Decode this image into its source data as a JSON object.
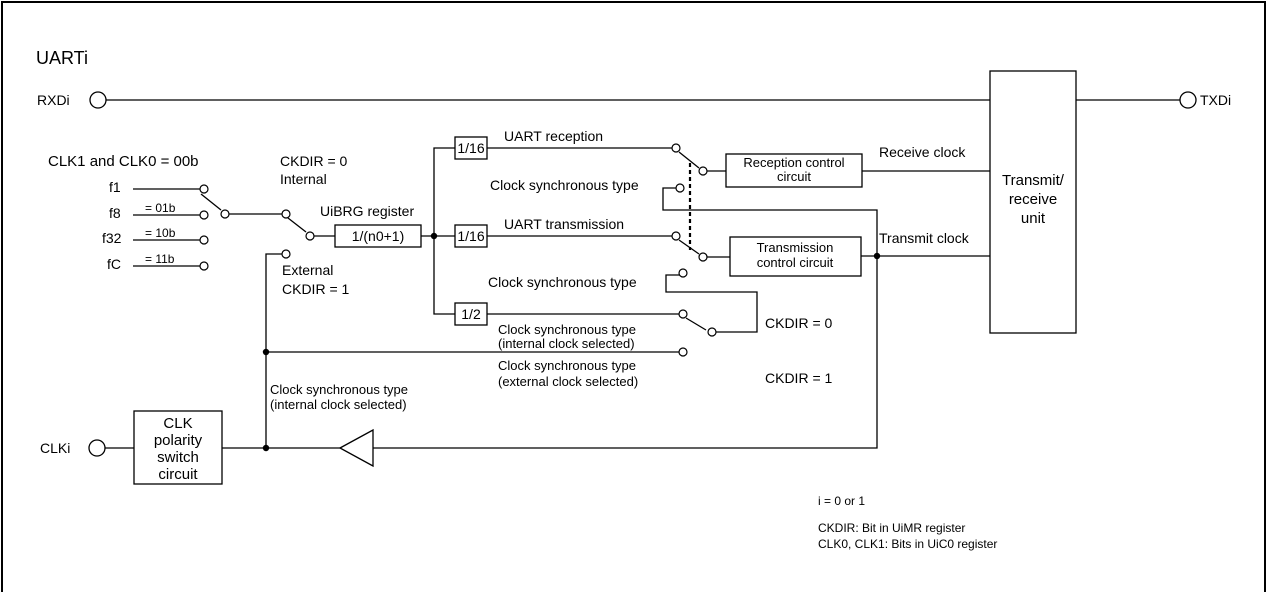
{
  "title": "UARTi",
  "ports": {
    "rxd": "RXDi",
    "txd": "TXDi",
    "clk": "CLKi"
  },
  "clock_select": {
    "header": "CLK1 and CLK0 = 00b",
    "sources": [
      "f1",
      "f8",
      "f32",
      "fC"
    ],
    "codes": [
      "= 01b",
      "= 10b",
      "= 11b"
    ]
  },
  "ckdir": {
    "internal_line1": "CKDIR = 0",
    "internal_line2": "Internal",
    "external_line1": "External",
    "external_line2": "CKDIR = 1",
    "right_zero": "CKDIR = 0",
    "right_one": "CKDIR = 1"
  },
  "blocks": {
    "brg_register": "UiBRG register",
    "brg_divider": "1/(n0+1)",
    "div16_rx": "1/16",
    "div16_tx": "1/16",
    "div2": "1/2",
    "rx_control": [
      "Reception control",
      "circuit"
    ],
    "tx_control": [
      "Transmission",
      "control circuit"
    ],
    "trx_unit": [
      "Transmit/",
      "receive",
      "unit"
    ],
    "clk_polarity": [
      "CLK",
      "polarity",
      "switch",
      "circuit"
    ]
  },
  "labels": {
    "uart_reception": "UART reception",
    "uart_transmission": "UART transmission",
    "clock_sync_type_1": "Clock synchronous type",
    "clock_sync_type_2": "Clock synchronous type",
    "clock_sync_internal": [
      "Clock synchronous type",
      "(internal clock selected)"
    ],
    "clock_sync_external": [
      "Clock synchronous type",
      "(external clock selected)"
    ],
    "clock_sync_internal_bottom": [
      "Clock synchronous type",
      "(internal clock selected)"
    ],
    "receive_clock": "Receive clock",
    "transmit_clock": "Transmit clock"
  },
  "notes": [
    "i = 0 or 1",
    "CKDIR: Bit in UiMR register",
    "CLK0, CLK1: Bits in UiC0 register"
  ]
}
